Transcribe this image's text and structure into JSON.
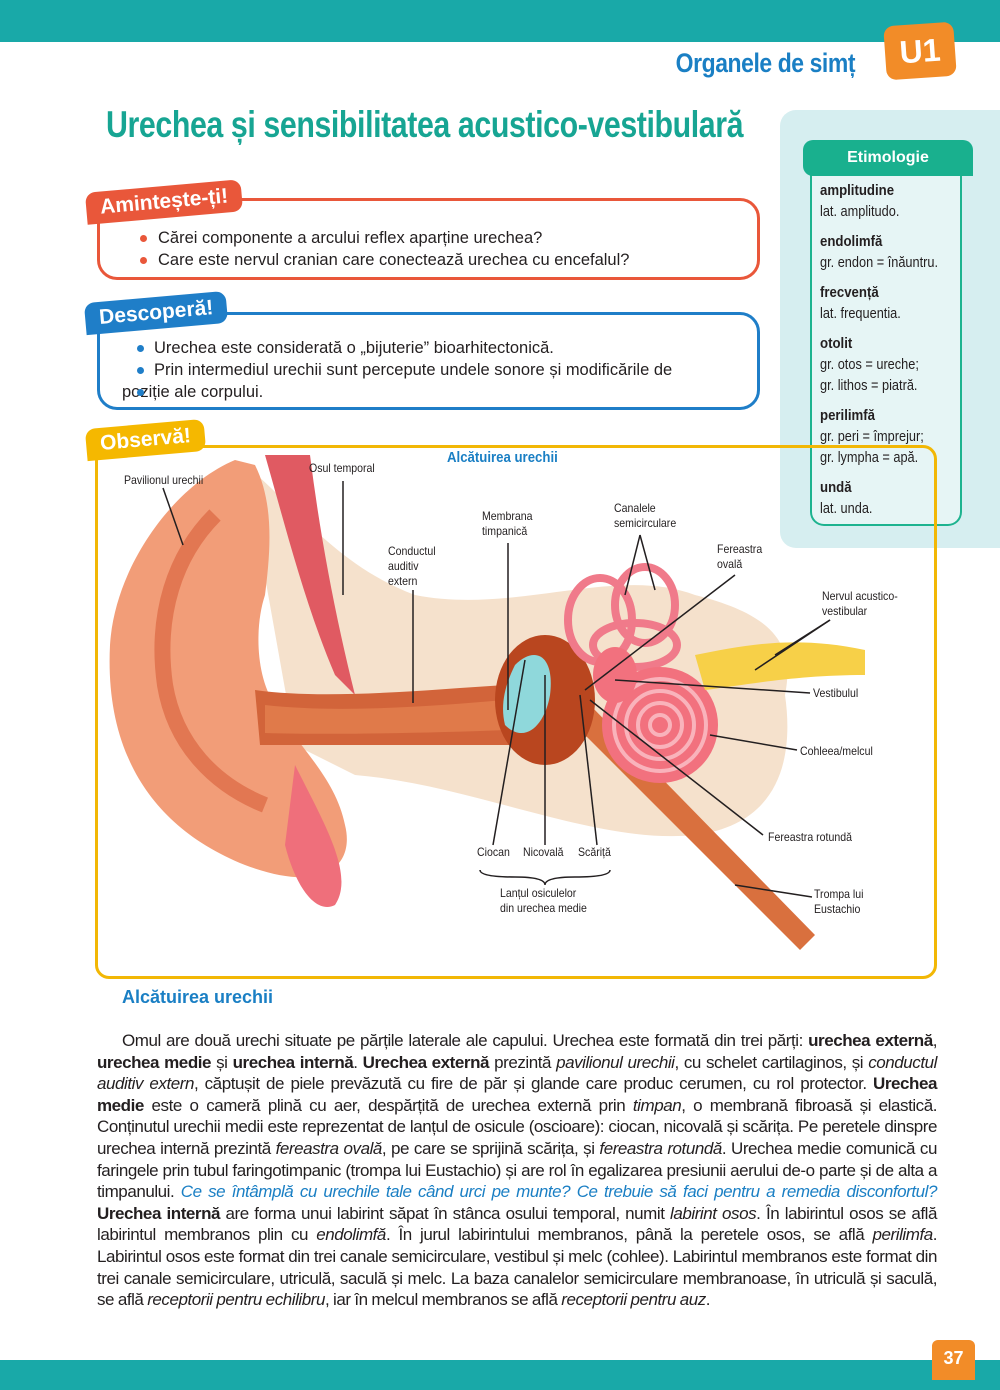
{
  "header": {
    "chapter": "Organele de simț",
    "unit_badge": "U1"
  },
  "title": "Urechea și sensibilitatea acustico-vestibulară",
  "remember": {
    "tag": "Amintește-ți!",
    "items": [
      "Cărei componente a arcului reflex aparține urechea?",
      "Care este nervul cranian care conectează urechea cu encefalul?"
    ]
  },
  "discover": {
    "tag": "Descoperă!",
    "items": [
      "Urechea este considerată o „bijuterie” bioarhitectonică.",
      "Prin intermediul urechii sunt percepute undele sonore și modificările de",
      "poziție ale corpului."
    ]
  },
  "etymology": {
    "title": "Etimologie",
    "entries": [
      {
        "term": "amplitudine",
        "lines": [
          "lat. amplitudo."
        ]
      },
      {
        "term": "endolimfă",
        "lines": [
          "gr. endon = înăuntru."
        ]
      },
      {
        "term": "frecvență",
        "lines": [
          "lat. frequentia."
        ]
      },
      {
        "term": "otolit",
        "lines": [
          "gr. otos = ureche;",
          "gr. lithos = piatră."
        ]
      },
      {
        "term": "perilimfă",
        "lines": [
          "gr. peri = împrejur;",
          "gr. lympha = apă."
        ]
      },
      {
        "term": "undă",
        "lines": [
          "lat. unda."
        ]
      }
    ]
  },
  "observe": {
    "tag": "Observă!",
    "diagram_title": "Alcătuirea urechii",
    "labels": {
      "pavilion": "Pavilionul urechii",
      "temporal": "Osul temporal",
      "membrana": [
        "Membrana",
        "timpanică"
      ],
      "canale": [
        "Canalele",
        "semicirculare"
      ],
      "conduct": [
        "Conductul",
        "auditiv",
        "extern"
      ],
      "fereastra_ovala": [
        "Fereastra",
        "ovală"
      ],
      "nerv": [
        "Nervul acustico-",
        "vestibular"
      ],
      "vestibul": "Vestibulul",
      "cohleea": "Cohleea/melcul",
      "fereastra_rotunda": "Fereastra rotundă",
      "ciocan": "Ciocan",
      "nicovala": "Nicovală",
      "scarita": "Scăriță",
      "lant": [
        "Lanțul osiculelor",
        "din urechea medie"
      ],
      "trompa": [
        "Trompa lui",
        "Eustachio"
      ]
    }
  },
  "section_title": "Alcătuirea urechii",
  "body": [
    {
      "t": "Omul are două urechi situate pe părțile laterale ale capului. Urechea este formată din trei părți: ",
      "s": "n"
    },
    {
      "t": "urechea externă",
      "s": "b"
    },
    {
      "t": ", ",
      "s": "n"
    },
    {
      "t": "urechea medie",
      "s": "b"
    },
    {
      "t": " și ",
      "s": "n"
    },
    {
      "t": "urechea internă",
      "s": "b"
    },
    {
      "t": ". ",
      "s": "n"
    },
    {
      "t": "Urechea externă",
      "s": "b"
    },
    {
      "t": " prezintă ",
      "s": "n"
    },
    {
      "t": "pavilionul urechii",
      "s": "i"
    },
    {
      "t": ", cu schelet cartilaginos, și ",
      "s": "n"
    },
    {
      "t": "conductul auditiv extern",
      "s": "i"
    },
    {
      "t": ", căptușit de piele prevăzută cu fire de păr și glande care produc cerumen, cu rol protector. ",
      "s": "n"
    },
    {
      "t": "Urechea medie",
      "s": "b"
    },
    {
      "t": " este o cameră plină cu aer, despărțită de urechea externă prin ",
      "s": "n"
    },
    {
      "t": "timpan",
      "s": "i"
    },
    {
      "t": ", o membrană fibroasă și elastică. Conținutul urechii medii este reprezentat de lanțul de osicule (oscioare): ciocan, nicovală și scărița. Pe peretele dinspre urechea internă prezintă ",
      "s": "n"
    },
    {
      "t": "fereastra ovală",
      "s": "i"
    },
    {
      "t": ", pe care se sprijină scărița, și ",
      "s": "n"
    },
    {
      "t": "fereastra rotundă",
      "s": "i"
    },
    {
      "t": ". Urechea medie comunică cu faringele prin tubul faringotimpanic (trompa lui Eustachio) și are rol în egalizarea presiunii aerului de-o parte și de alta a timpanului. ",
      "s": "n"
    },
    {
      "t": "Ce se întâmplă cu urechile tale când urci pe munte? Ce trebuie să faci pentru a remedia disconfortul?",
      "s": "q"
    },
    {
      "t": " ",
      "s": "n"
    },
    {
      "t": "Urechea internă",
      "s": "b"
    },
    {
      "t": " are forma unui labirint săpat în stânca osului temporal, numit ",
      "s": "n"
    },
    {
      "t": "labirint osos",
      "s": "i"
    },
    {
      "t": ". În labirintul osos se află labirintul membranos plin cu ",
      "s": "n"
    },
    {
      "t": "endolimfă",
      "s": "i"
    },
    {
      "t": ". În jurul labirintului membranos, până la peretele osos, se află ",
      "s": "n"
    },
    {
      "t": "perilimfa",
      "s": "i"
    },
    {
      "t": ". Labirintul osos este format din trei canale semicirculare, vestibul și melc (cohlee). Labirintul membranos este format din trei canale semicirculare, utriculă, saculă și melc. La baza canalelor semicirculare membranoase, în utriculă și saculă, se află ",
      "s": "n"
    },
    {
      "t": "receptorii pentru echilibru",
      "s": "i"
    },
    {
      "t": ", iar în melcul membranos se află ",
      "s": "n"
    },
    {
      "t": "receptorii pentru auz",
      "s": "i"
    },
    {
      "t": ".",
      "s": "n"
    }
  ],
  "page_number": "37"
}
